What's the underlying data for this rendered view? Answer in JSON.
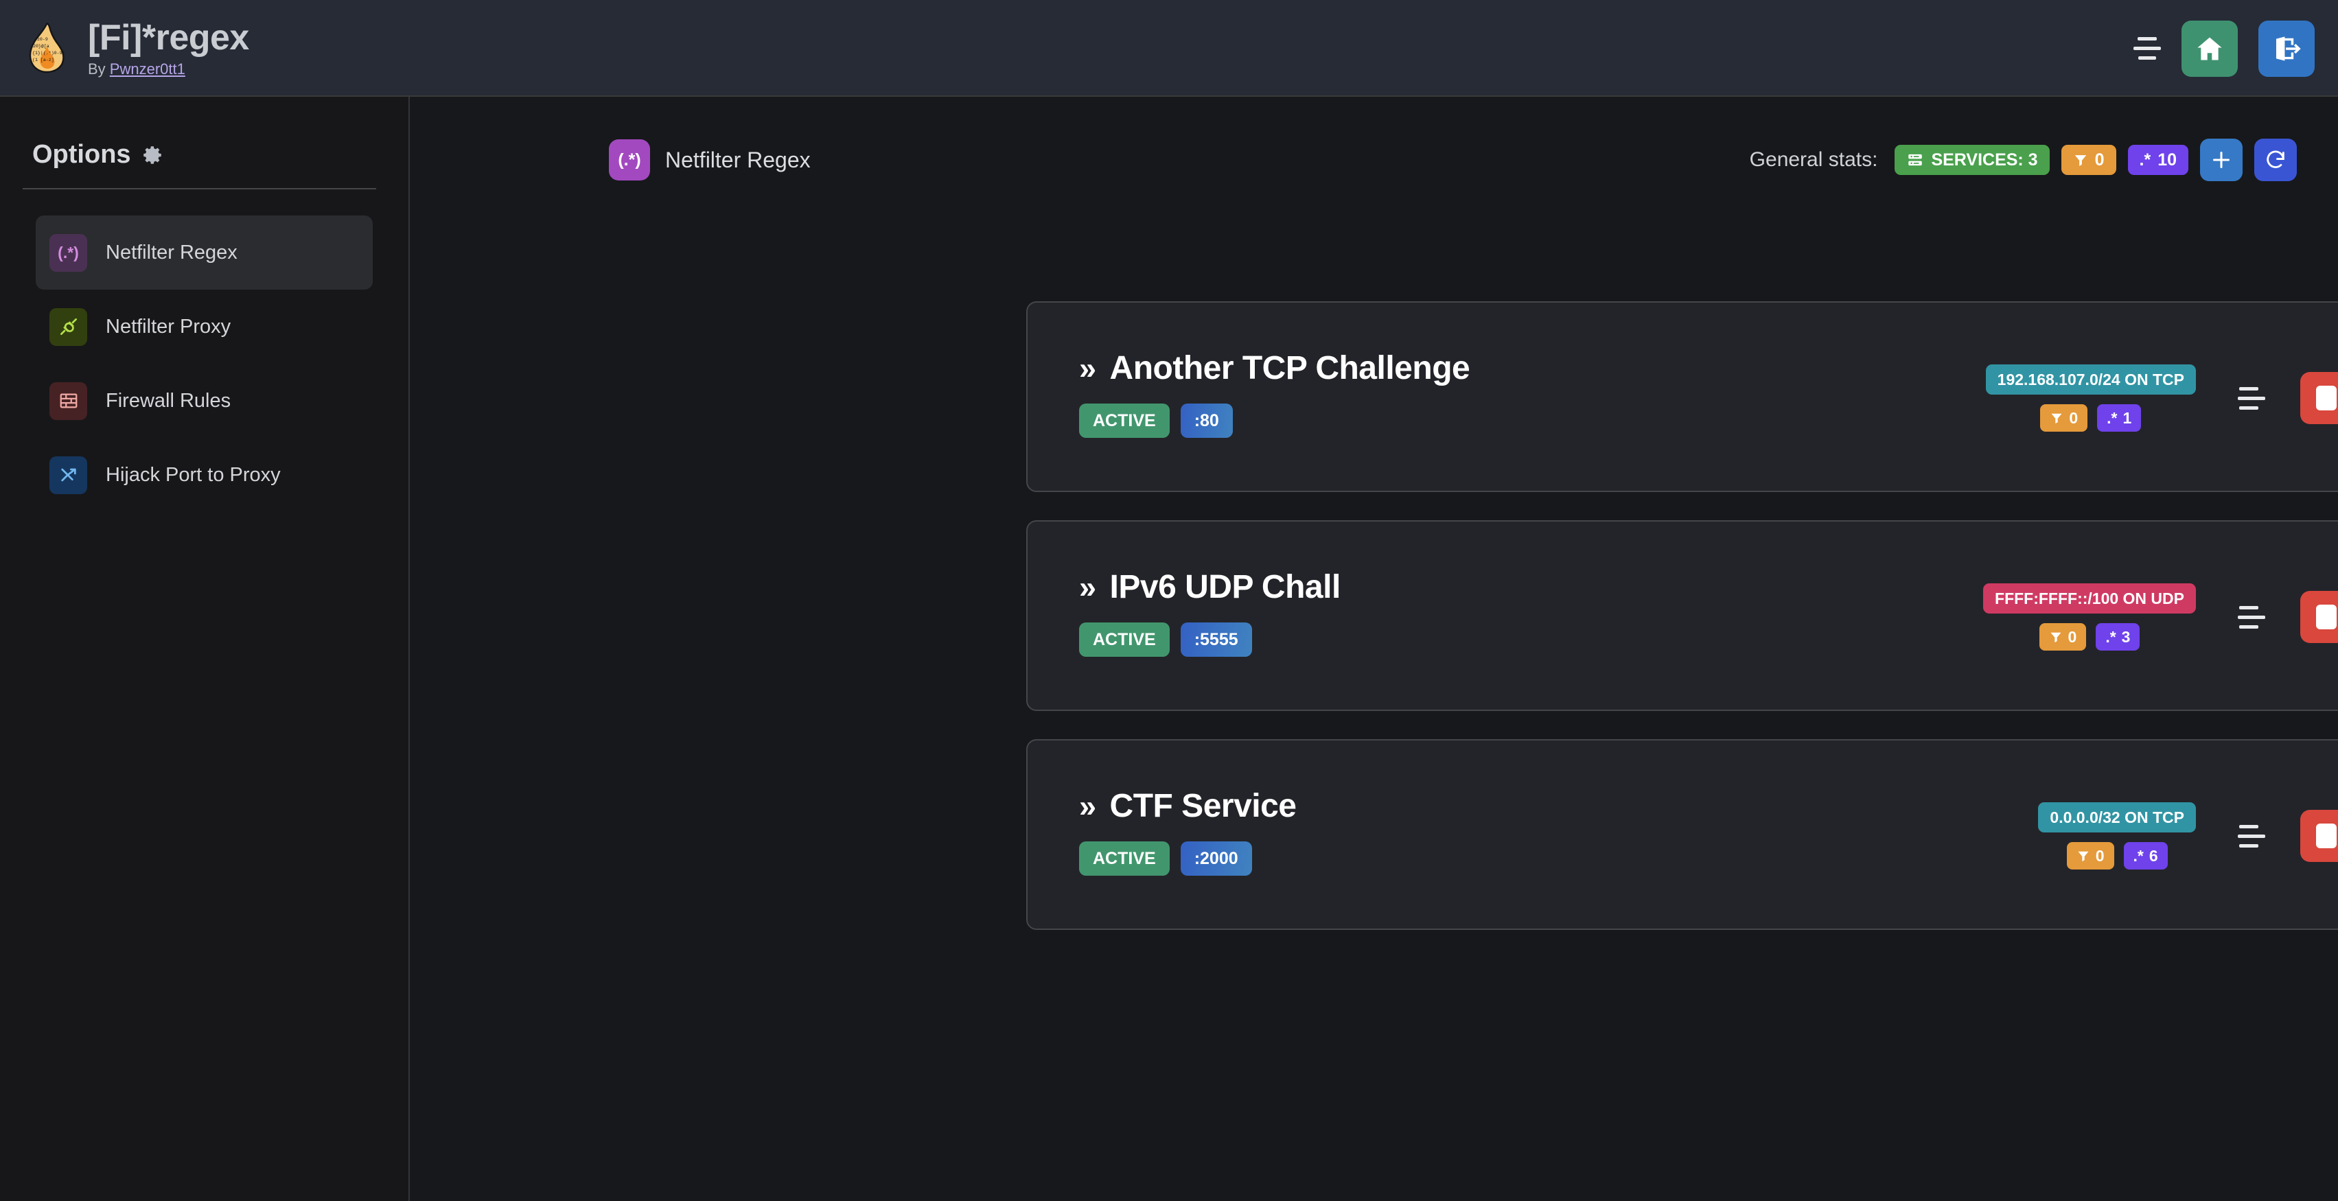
{
  "header": {
    "logo_icon": "flame-regex-logo",
    "title": "[Fi]*regex",
    "by_prefix": "By ",
    "author": "Pwnzer0tt1",
    "menu_icon": "hamburger-icon",
    "home_icon": "home-icon",
    "logout_icon": "logout-icon"
  },
  "sidebar": {
    "title": "Options",
    "gear_icon": "gear-icon",
    "items": [
      {
        "label": "Netfilter Regex",
        "icon": "regex-icon",
        "glyph": "(.*)",
        "active": true
      },
      {
        "label": "Netfilter Proxy",
        "icon": "plug-icon",
        "glyph": "",
        "active": false
      },
      {
        "label": "Firewall Rules",
        "icon": "brick-wall-icon",
        "glyph": "",
        "active": false
      },
      {
        "label": "Hijack Port to Proxy",
        "icon": "fork-arrow-icon",
        "glyph": "",
        "active": false
      }
    ]
  },
  "main": {
    "page_icon": "regex-icon",
    "page_icon_glyph": "(.*)",
    "page_title": "Netfilter Regex",
    "stats_label": "General stats:",
    "stats": {
      "services_icon": "server-icon",
      "services_label": "SERVICES: 3",
      "filter_icon": "filter-icon",
      "filter_count": "0",
      "regex_icon": "regex-dot-star-icon",
      "regex_glyph": ".*",
      "regex_count": "10"
    },
    "add_button_icon": "plus-icon",
    "refresh_button_icon": "refresh-icon"
  },
  "services": [
    {
      "chevron": "»",
      "name": "Another TCP Challenge",
      "status": "ACTIVE",
      "port": ":80",
      "network": "192.168.107.0/24 ON TCP",
      "network_color": "teal",
      "filter_icon": "filter-icon",
      "filter_count": "0",
      "regex_glyph": ".*",
      "regex_count": "1",
      "handle_icon": "drag-handle-icon",
      "stop_icon": "stop-icon",
      "play_icon": "play-icon",
      "details_icon": "chevron-right-icon"
    },
    {
      "chevron": "»",
      "name": "IPv6 UDP Chall",
      "status": "ACTIVE",
      "port": ":5555",
      "network": "FFFF:FFFF::/100 ON UDP",
      "network_color": "pink",
      "filter_icon": "filter-icon",
      "filter_count": "0",
      "regex_glyph": ".*",
      "regex_count": "3",
      "handle_icon": "drag-handle-icon",
      "stop_icon": "stop-icon",
      "play_icon": "play-icon",
      "details_icon": "chevron-right-icon"
    },
    {
      "chevron": "»",
      "name": "CTF Service",
      "status": "ACTIVE",
      "port": ":2000",
      "network": "0.0.0.0/32 ON TCP",
      "network_color": "teal",
      "filter_icon": "filter-icon",
      "filter_count": "0",
      "regex_glyph": ".*",
      "regex_count": "6",
      "handle_icon": "drag-handle-icon",
      "stop_icon": "stop-icon",
      "play_icon": "play-icon",
      "details_icon": "chevron-right-icon"
    }
  ],
  "colors": {
    "page_bg": "#17181b",
    "topbar_bg": "#262b36",
    "card_bg": "#232429",
    "card_border": "#45464a",
    "accent_green": "#42966e",
    "accent_red": "#d9473d",
    "accent_purple": "#6f42eb",
    "accent_orange": "#e59a3b",
    "accent_teal": "#3194a4",
    "accent_pink": "#cf3a63",
    "accent_blue": "#3679c6"
  }
}
